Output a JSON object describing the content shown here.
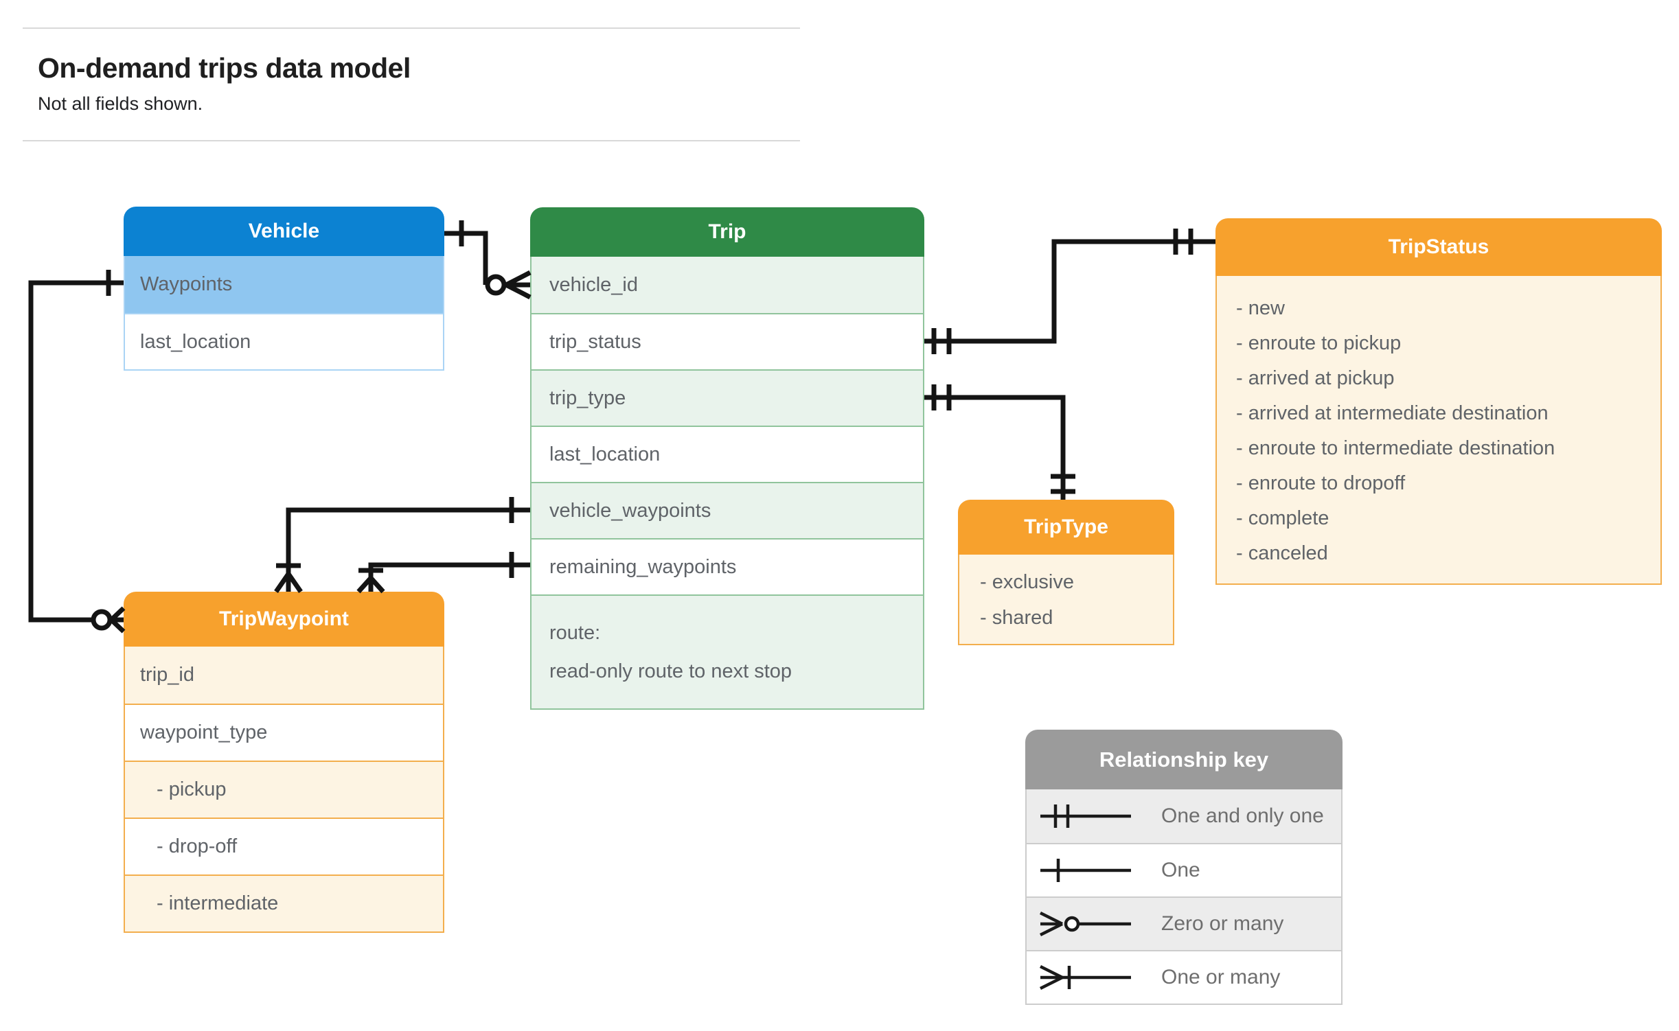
{
  "page": {
    "title": "On-demand trips data model",
    "subtitle": "Not all fields shown."
  },
  "entities": {
    "vehicle": {
      "title": "Vehicle",
      "fields": [
        {
          "label": "Waypoints",
          "highlighted": true
        },
        {
          "label": "last_location",
          "highlighted": false
        }
      ]
    },
    "trip": {
      "title": "Trip",
      "fields": [
        {
          "label": "vehicle_id"
        },
        {
          "label": "trip_status"
        },
        {
          "label": "trip_type"
        },
        {
          "label": "last_location"
        },
        {
          "label": "vehicle_waypoints"
        },
        {
          "label": "remaining_waypoints"
        },
        {
          "label": "route:",
          "sublabel": "read-only route to next stop"
        }
      ]
    },
    "trip_status": {
      "title": "TripStatus",
      "values": [
        "- new",
        "- enroute to pickup",
        "- arrived at pickup",
        "- arrived at intermediate destination",
        "- enroute to intermediate destination",
        "- enroute to dropoff",
        "- complete",
        "- canceled"
      ]
    },
    "trip_type": {
      "title": "TripType",
      "values": [
        "- exclusive",
        "- shared"
      ]
    },
    "trip_waypoint": {
      "title": "TripWaypoint",
      "fields": [
        {
          "label": "trip_id"
        },
        {
          "label": "waypoint_type"
        },
        {
          "label": "- pickup",
          "indent": true
        },
        {
          "label": "- drop-off",
          "indent": true
        },
        {
          "label": "- intermediate",
          "indent": true
        }
      ]
    }
  },
  "legend": {
    "title": "Relationship key",
    "entries": [
      {
        "symbol": "one-and-only-one",
        "label": "One and only one"
      },
      {
        "symbol": "one",
        "label": "One"
      },
      {
        "symbol": "zero-or-many",
        "label": "Zero or many"
      },
      {
        "symbol": "one-or-many",
        "label": "One or many"
      }
    ]
  },
  "connectors": [
    {
      "from": "Vehicle",
      "to": "Trip.vehicle_id",
      "from_end": "one",
      "to_end": "zero-or-many"
    },
    {
      "from": "Vehicle.Waypoints",
      "to": "TripWaypoint",
      "from_end": "one",
      "to_end": "zero-or-many"
    },
    {
      "from": "Trip.trip_status",
      "to": "TripStatus",
      "from_end": "one-and-only-one",
      "to_end": "one-and-only-one"
    },
    {
      "from": "Trip.trip_type",
      "to": "TripType",
      "from_end": "one-and-only-one",
      "to_end": "one-and-only-one"
    },
    {
      "from": "Trip.vehicle_waypoints",
      "to": "TripWaypoint",
      "from_end": "one",
      "to_end": "one-or-many"
    },
    {
      "from": "Trip.remaining_waypoints",
      "to": "TripWaypoint",
      "from_end": "one",
      "to_end": "one-or-many"
    }
  ],
  "palette": {
    "vehicle_header": "#0c82d2",
    "vehicle_highlight_row": "#8fc6f0",
    "vehicle_border": "#aad4f5",
    "trip_header": "#2f8a47",
    "trip_alt_row": "#e9f3ec",
    "trip_border": "#90c49c",
    "orange_header": "#f7a12d",
    "orange_body": "#fdf4e3",
    "orange_border": "#f3ae4d",
    "legend_header": "#9b9b9b",
    "legend_alt_row": "#ececec",
    "wire": "#141414",
    "field_text": "#5f6368"
  }
}
